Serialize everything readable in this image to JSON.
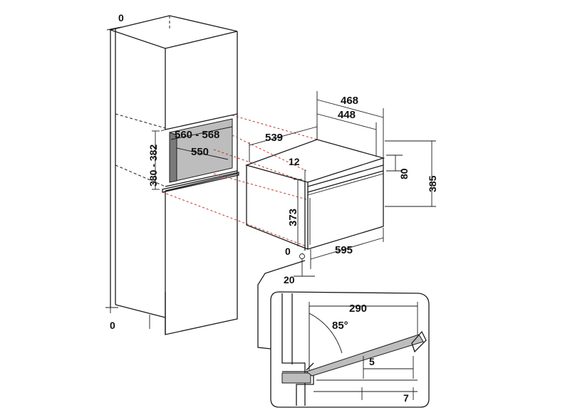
{
  "diagram": {
    "labels": {
      "top_gap": "0",
      "bottom_gap": "0",
      "niche_width": "560 - 568",
      "niche_depth": "550",
      "niche_height": "380 - 382",
      "oven_depth": "539",
      "oven_total_depth": "468",
      "oven_body_depth": "448",
      "top_offset": "12",
      "panel_height": "80",
      "oven_height": "385",
      "body_height": "373",
      "oven_width": "595",
      "bottom_zero": "0",
      "side_gap": "20",
      "door_length": "290",
      "door_angle": "85°",
      "door_gap": "5",
      "floor_gap": "7"
    }
  }
}
